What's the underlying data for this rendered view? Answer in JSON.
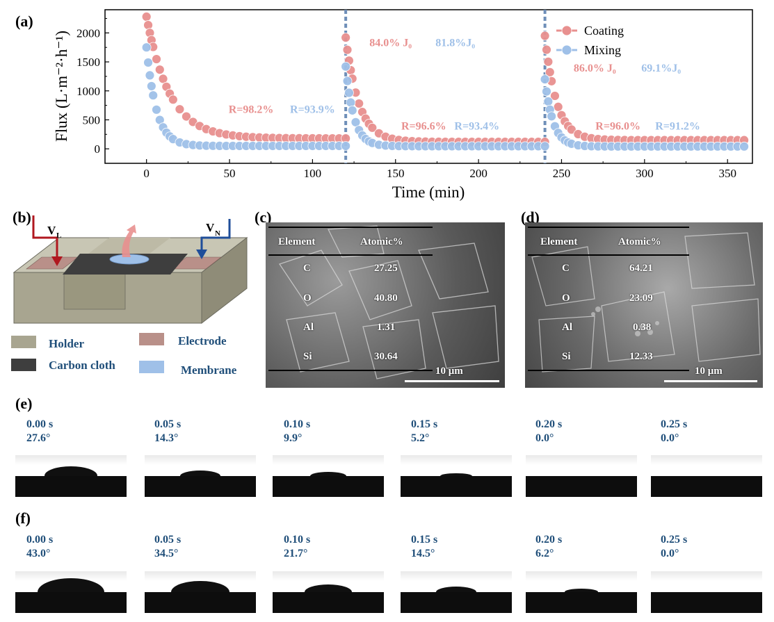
{
  "panel_labels": {
    "a": "(a)",
    "b": "(b)",
    "c": "(c)",
    "d": "(d)",
    "e": "(e)",
    "f": "(f)"
  },
  "chart_data": {
    "type": "scatter",
    "xlabel": "Time (min)",
    "ylabel": "Flux (L·m⁻²·h⁻¹)",
    "xlim": [
      -25,
      365
    ],
    "ylim": [
      -250,
      2400
    ],
    "xticks": [
      0,
      50,
      100,
      150,
      200,
      250,
      300,
      350
    ],
    "yticks": [
      0,
      500,
      1000,
      1500,
      2000
    ],
    "legend_position": "top-right",
    "cycle_lines_x": [
      120,
      240
    ],
    "series": [
      {
        "name": "Coating",
        "color": "#e8908f",
        "cycles": [
          {
            "start": 0,
            "peak": 2280,
            "floor": 180,
            "tau": 14
          },
          {
            "start": 120,
            "peak": 1920,
            "floor": 120,
            "tau": 8
          },
          {
            "start": 240,
            "peak": 1950,
            "floor": 150,
            "tau": 7
          }
        ]
      },
      {
        "name": "Mixing",
        "color": "#9fc0e8",
        "cycles": [
          {
            "start": 0,
            "peak": 1750,
            "floor": 50,
            "tau": 6
          },
          {
            "start": 120,
            "peak": 1420,
            "floor": 45,
            "tau": 5
          },
          {
            "start": 240,
            "peak": 1200,
            "floor": 40,
            "tau": 5
          }
        ]
      }
    ],
    "annotations": [
      {
        "text": "R=98.2%",
        "color": "#e8908f",
        "x": 63,
        "y": 620
      },
      {
        "text": "R=93.9%",
        "color": "#9fc0e8",
        "x": 100,
        "y": 620
      },
      {
        "text": "84.0% J₀",
        "color": "#e8908f",
        "x": 147,
        "y": 1770
      },
      {
        "text": "81.8%J₀",
        "color": "#9fc0e8",
        "x": 186,
        "y": 1770
      },
      {
        "text": "R=96.6%",
        "color": "#e8908f",
        "x": 167,
        "y": 330
      },
      {
        "text": "R=93.4%",
        "color": "#9fc0e8",
        "x": 199,
        "y": 330
      },
      {
        "text": "86.0% J₀",
        "color": "#e8908f",
        "x": 270,
        "y": 1330
      },
      {
        "text": "69.1%J₀",
        "color": "#9fc0e8",
        "x": 310,
        "y": 1330
      },
      {
        "text": "R=96.0%",
        "color": "#e8908f",
        "x": 284,
        "y": 330
      },
      {
        "text": "R=91.2%",
        "color": "#9fc0e8",
        "x": 320,
        "y": 330
      }
    ]
  },
  "schematic": {
    "v_left": "V",
    "v_left_sub": "L",
    "v_right": "V",
    "v_right_sub": "N",
    "legend": [
      {
        "label": "Holder",
        "color": "#a8a590"
      },
      {
        "label": "Electrode",
        "color": "#b99089"
      },
      {
        "label": "Carbon cloth",
        "color": "#3e3e3e"
      },
      {
        "label": "Membrane",
        "color": "#9fc0e8"
      }
    ]
  },
  "sem_tables": [
    {
      "header": [
        "Element",
        "Atomic%"
      ],
      "rows": [
        [
          "C",
          "27.25"
        ],
        [
          "O",
          "40.80"
        ],
        [
          "Al",
          "1.31"
        ],
        [
          "Si",
          "30.64"
        ]
      ],
      "scale": "10 μm"
    },
    {
      "header": [
        "Element",
        "Atomic%"
      ],
      "rows": [
        [
          "C",
          "64.21"
        ],
        [
          "O",
          "23.09"
        ],
        [
          "Al",
          "0.38"
        ],
        [
          "Si",
          "12.33"
        ]
      ],
      "scale": "10 μm"
    }
  ],
  "contact_e": [
    {
      "time": "0.00 s",
      "angle": "27.6°",
      "level": 27.6
    },
    {
      "time": "0.05 s",
      "angle": "14.3°",
      "level": 14.3
    },
    {
      "time": "0.10 s",
      "angle": "9.9°",
      "level": 9.9
    },
    {
      "time": "0.15 s",
      "angle": "5.2°",
      "level": 5.2
    },
    {
      "time": "0.20 s",
      "angle": "0.0°",
      "level": 0.0
    },
    {
      "time": "0.25 s",
      "angle": "0.0°",
      "level": 0.0
    }
  ],
  "contact_f": [
    {
      "time": "0.00 s",
      "angle": "43.0°",
      "level": 43.0
    },
    {
      "time": "0.05 s",
      "angle": "34.5°",
      "level": 34.5
    },
    {
      "time": "0.10 s",
      "angle": "21.7°",
      "level": 21.7
    },
    {
      "time": "0.15 s",
      "angle": "14.5°",
      "level": 14.5
    },
    {
      "time": "0.20 s",
      "angle": "6.2°",
      "level": 6.2
    },
    {
      "time": "0.25 s",
      "angle": "0.0°",
      "level": 0.0
    }
  ]
}
